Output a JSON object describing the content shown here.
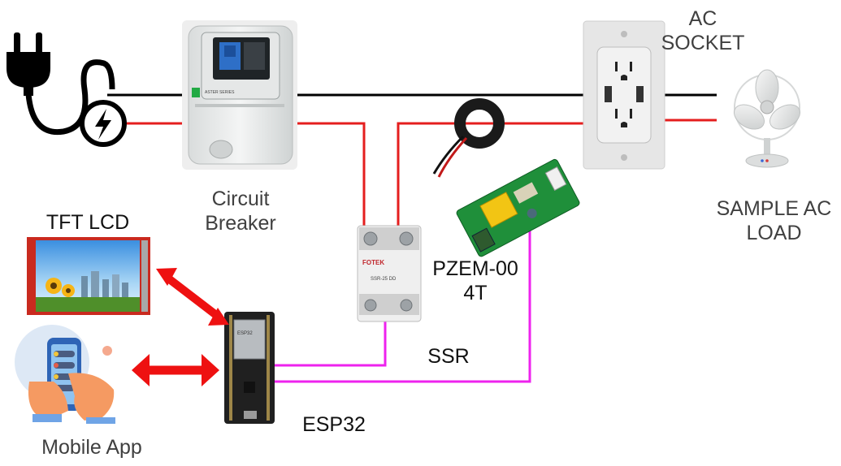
{
  "labels": {
    "circuit_breaker": [
      "Circuit",
      "Breaker"
    ],
    "ac_socket": [
      "AC",
      "SOCKET"
    ],
    "sample_ac_load": [
      "SAMPLE AC",
      "LOAD"
    ],
    "tft_lcd": "TFT LCD",
    "pzem": [
      "PZEM-00",
      "4T"
    ],
    "ssr": "SSR",
    "esp32": "ESP32",
    "mobile_app": "Mobile App"
  },
  "device_text": {
    "breaker_brand": "ASTER SERIES",
    "ssr_brand": "FOTEK",
    "ssr_model": "SSR-25 DD",
    "esp_brand": "ESP32"
  },
  "colors": {
    "live_wire": "#e41e1e",
    "neutral_wire": "#000000",
    "signal_wire": "#ee22ee",
    "arrow": "#ee1111",
    "label_text": "#404040"
  },
  "icons": {
    "plug": "power-plug-icon",
    "lightning": "lightning-icon",
    "fan": "fan-icon"
  }
}
